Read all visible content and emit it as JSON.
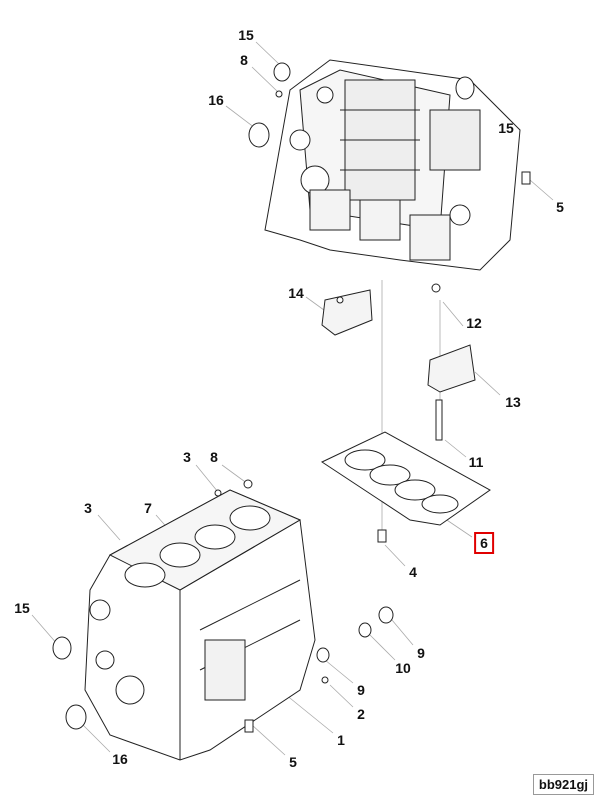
{
  "callouts": [
    "15",
    "8",
    "16",
    "15",
    "5",
    "14",
    "12",
    "13",
    "11",
    "6",
    "4",
    "3",
    "8",
    "3",
    "7",
    "15",
    "9",
    "10",
    "9",
    "2",
    "1",
    "16",
    "5"
  ],
  "highlighted_part": "6",
  "highlight_color": "#e00000",
  "reference_code": "bb921gj"
}
